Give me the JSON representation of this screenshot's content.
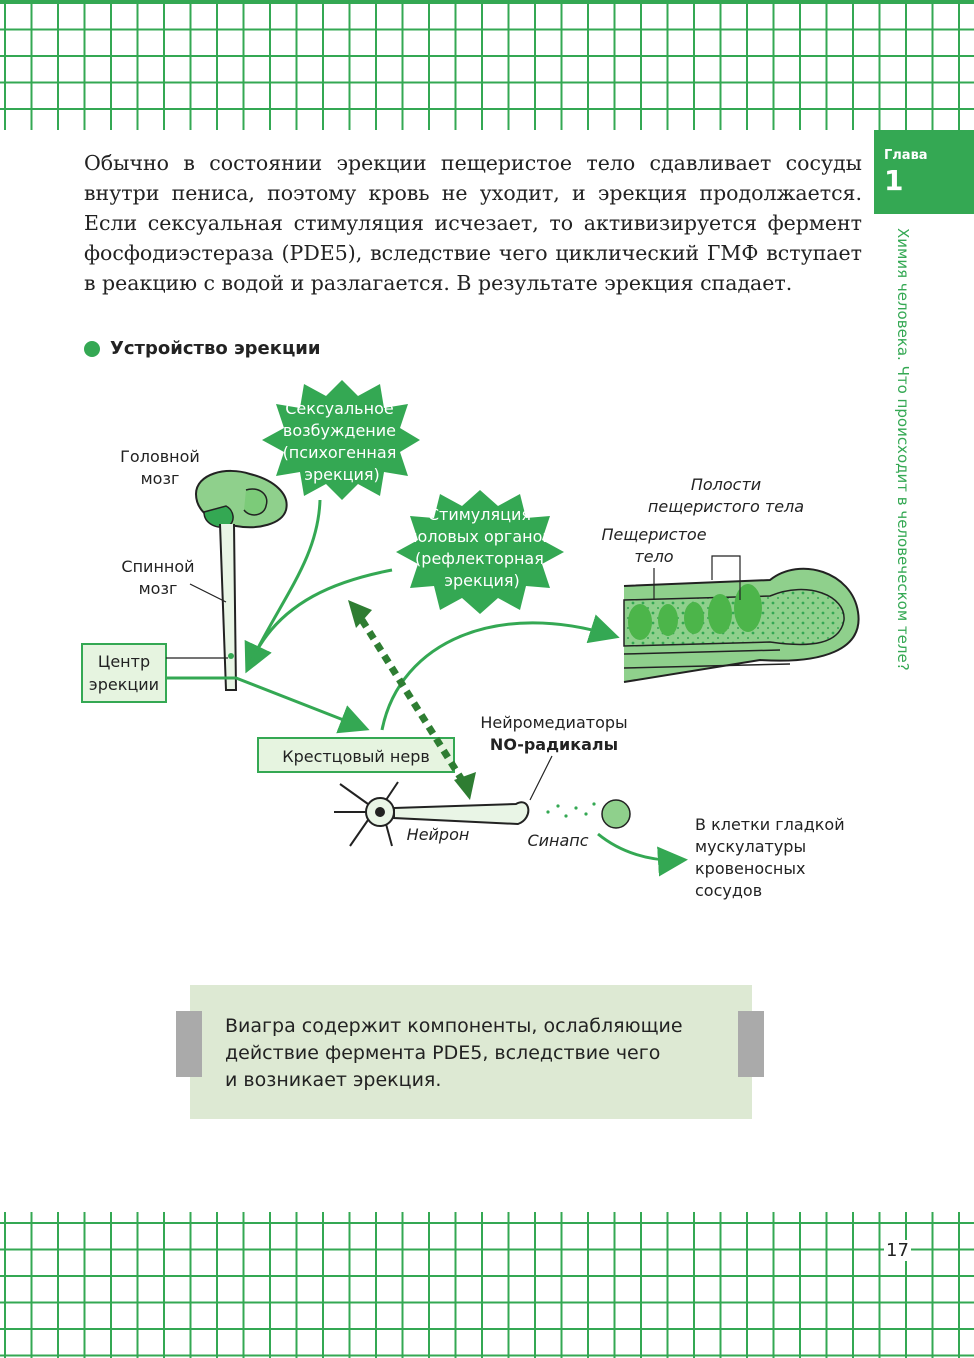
{
  "chapter": {
    "label": "Глава",
    "number": "1"
  },
  "side_title": "Химия человека. Что происходит в человеческом теле?",
  "paragraph": "Обычно в состоянии эрекции пещеристое тело сдавливает сосуды внутри пениса, поэтому кровь не уходит, и эрекция продолжается. Если сексуальная стимуляция исчезает, то активизируется фермент фосфодиэстераза (PDE5), вследствие чего циклический ГМФ вступает в реакцию с водой и разлагается. В результате эрекция спадает.",
  "section_heading": "Устройство эрекции",
  "diagram": {
    "brain": [
      "Головной",
      "мозг"
    ],
    "spinal_cord": [
      "Спинной",
      "мозг"
    ],
    "center": [
      "Центр",
      "эрекции"
    ],
    "sacral_nerve": "Крестцовый нерв",
    "sexual_arousal": [
      "Сексуальное",
      "возбуждение",
      "(психогенная",
      "эрекция)"
    ],
    "genital_stimulation": [
      "Стимуляция",
      "половых органов",
      "(рефлекторная",
      "эрекция)"
    ],
    "cavities": [
      "Полости",
      "пещеристого тела"
    ],
    "cavernous_body": [
      "Пещеристое",
      "тело"
    ],
    "neurotransmitters": "Нейромедиаторы",
    "no_radicals": "NO-радикалы",
    "neuron": "Нейрон",
    "synapse": "Синапс",
    "smooth_muscle": [
      "В клетки гладкой",
      "мускулатуры",
      "кровеносных",
      "сосудов"
    ]
  },
  "note": {
    "lines": [
      "Виагра содержит компоненты, ослабляющие",
      "действие фермента PDE5, вследствие чего",
      "и возникает эрекция."
    ]
  },
  "page_number": "17",
  "colors": {
    "green": "#34a853",
    "dark_green": "#2e7d32",
    "light_green": "#8fd08c",
    "note_bg": "#dde9d3"
  }
}
